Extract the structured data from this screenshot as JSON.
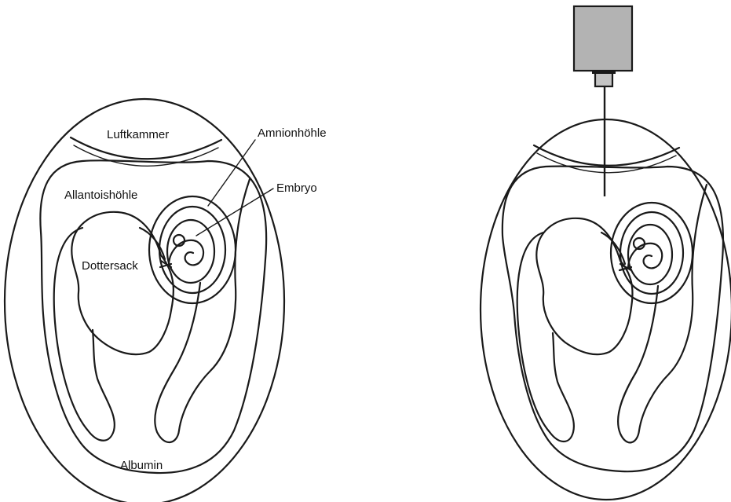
{
  "figure": {
    "left_egg": {
      "labels": {
        "air_cell": "Luftkammer",
        "amniotic_cavity": "Amnionhöhle",
        "embryo": "Embryo",
        "allantoic_cavity": "Allantoishöhle",
        "yolk_sac": "Dottersack",
        "albumen": "Albumin"
      }
    },
    "right_egg": {
      "instrument": "injection-needle-icon"
    }
  },
  "colors": {
    "line": "#1a1a1a",
    "needle_body": "#b3b3b3",
    "background": "#ffffff"
  }
}
